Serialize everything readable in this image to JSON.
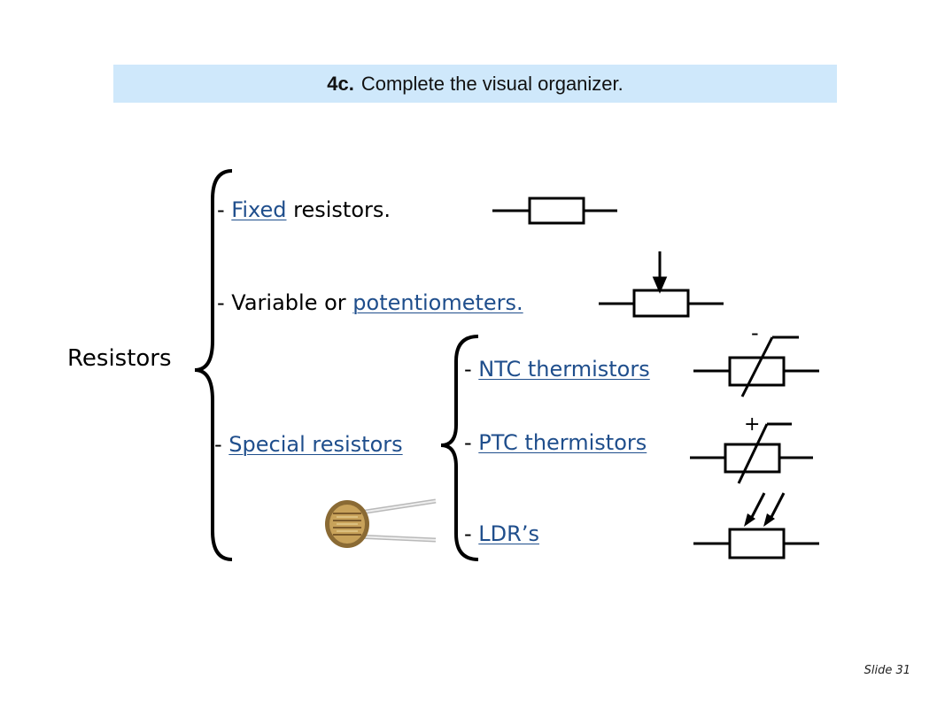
{
  "title": {
    "number": "4c.",
    "text": "Complete the visual organizer."
  },
  "root": {
    "label": "Resistors"
  },
  "branches": {
    "fixed": {
      "prefix": "- ",
      "answer": "Fixed",
      "suffix": " resistors."
    },
    "variable": {
      "prefix": "- Variable or ",
      "answer": "potentiometers."
    },
    "special": {
      "prefix": "- ",
      "answer": "Special resistors"
    }
  },
  "special_types": {
    "ntc": {
      "prefix": "- ",
      "answer": "NTC thermistors",
      "symbol_sign": "-"
    },
    "ptc": {
      "prefix": "- ",
      "answer": "PTC thermistors",
      "symbol_sign": "+"
    },
    "ldr": {
      "prefix": "- ",
      "answer": "LDR’s"
    }
  },
  "colors": {
    "title_bg": "#cfe8fb",
    "answer_text": "#1f4e8c",
    "lines": "#000000"
  },
  "footer": {
    "slide": "Slide 31"
  }
}
